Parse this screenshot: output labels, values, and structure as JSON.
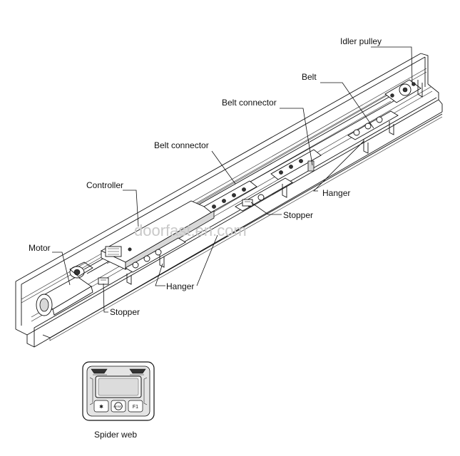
{
  "labels": {
    "idler_pulley": "Idler pulley",
    "belt": "Belt",
    "belt_connector_upper": "Belt connector",
    "belt_connector_lower": "Belt connector",
    "controller": "Controller",
    "hanger_right": "Hanger",
    "stopper_right": "Stopper",
    "motor": "Motor",
    "hanger_left": "Hanger",
    "stopper_left": "Stopper",
    "spider_web": "Spider web"
  },
  "watermark": "doorfast.en.com",
  "spider_web_keys": {
    "left": "✱",
    "center": "RESET",
    "right": "F1"
  },
  "colors": {
    "line": "#111111",
    "watermark": "#c9c9c9",
    "panel": "#d8d8d8"
  }
}
